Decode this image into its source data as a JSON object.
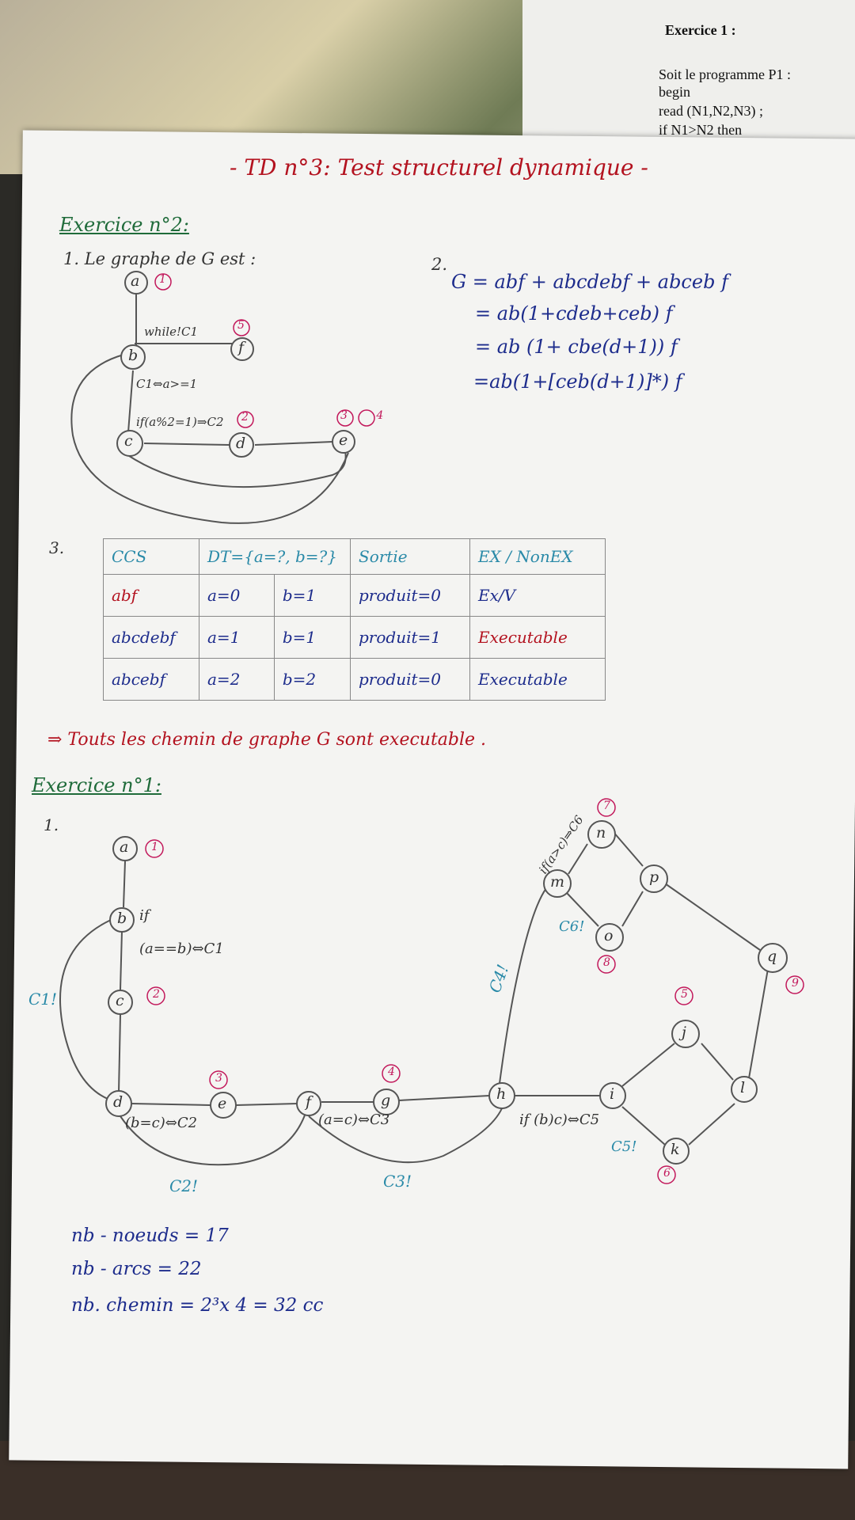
{
  "background_sheet": {
    "title": "Exercice 1 :",
    "line1": "Soit le programme P1 :",
    "line2": "begin",
    "line3": "read (N1,N2,N3) ;",
    "line4": "if N1>N2 then"
  },
  "header": {
    "title": "- TD n°3: Test structurel dynamique -"
  },
  "ex2": {
    "heading": "Exercice n°2:",
    "q1": "1. Le graphe de G est :",
    "q2": "2.",
    "eq1": "G = abf + abcdebf + abceb f",
    "eq2": "= ab(1+cdeb+ceb) f",
    "eq3": "= ab (1+ cbe(d+1)) f",
    "eq4": "=ab(1+[ceb(d+1)]*) f",
    "graph": {
      "nodes": [
        "a",
        "b",
        "c",
        "d",
        "e",
        "f"
      ],
      "labels": {
        "while": "while!C1",
        "c1": "C1⇔a>=1",
        "c2": "if(a%2=1)⇒C2",
        "n1": "1",
        "n5": "5",
        "n2": "2",
        "n34": "3 4"
      }
    },
    "q3": "3.",
    "table": {
      "headers": [
        "CCS",
        "DT={a=?, b=?}",
        "Sortie",
        "EX / NonEX"
      ],
      "rows": [
        [
          "abf",
          "a=0",
          "b=1",
          "produit=0",
          "Ex/V"
        ],
        [
          "abcdebf",
          "a=1",
          "b=1",
          "produit=1",
          "Executable"
        ],
        [
          "abcebf",
          "a=2",
          "b=2",
          "produit=0",
          "Executable"
        ]
      ]
    },
    "conclusion": "⇒ Touts les chemin de graphe G sont executable ."
  },
  "ex1": {
    "heading": "Exercice n°1:",
    "q1": "1.",
    "nodes": [
      "a",
      "b",
      "c",
      "d",
      "e",
      "f",
      "g",
      "h",
      "i",
      "j",
      "k",
      "l",
      "m",
      "n",
      "o",
      "p",
      "q"
    ],
    "labels": {
      "if_b": "if",
      "c1": "(a==b)⇔C1",
      "c1_neg": "C1!",
      "c2": "(b=c)⇔C2",
      "c2_neg": "C2!",
      "c3": "(a=c)⇔C3",
      "c3_neg": "C3!",
      "c4_neg": "C4!",
      "c5": "if (b)c)⇔C5",
      "c5_neg": "C5!",
      "c6": "if(a>c)⇒C6",
      "c6_neg": "C6!",
      "n1": "1",
      "n2": "2",
      "n3": "3",
      "n4": "4",
      "n5": "5",
      "n6": "6",
      "n7": "7",
      "n8": "8",
      "n9": "9"
    },
    "stats": {
      "nodes": "nb - noeuds = 17",
      "arcs": "nb - arcs = 22",
      "paths": "nb. chemin = 2³x 4 = 32 cc"
    }
  }
}
